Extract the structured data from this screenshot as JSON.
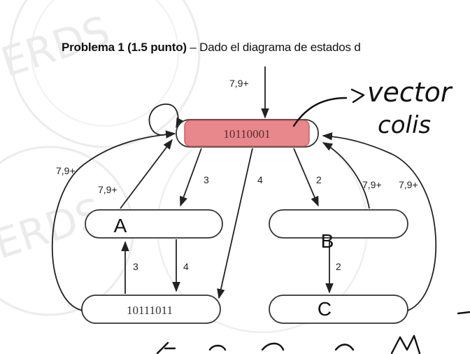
{
  "heading": {
    "problem": "Problema 1 (1.5 punto)",
    "dash": " – ",
    "rest": "Dado el diagrama de estados d"
  },
  "diagram": {
    "states": {
      "top": "10110001",
      "a": "A",
      "b": "B",
      "c": "C",
      "bottom": "10111011"
    },
    "edges": {
      "in_label": "7,9+",
      "top_to_a": "3",
      "top_to_bottom": "4",
      "top_to_b": "2",
      "a_to_top": "7,9+",
      "outer_left": "7,9+",
      "b_to_top": "7,9+",
      "c_to_top": "7,9+",
      "b_to_c": "2",
      "bottom_to_a": "3",
      "a_to_bottom": "4"
    }
  },
  "annotations": {
    "word1": "vector",
    "word2": "colis"
  },
  "watermark": {
    "text": "ERDS"
  },
  "colors": {
    "highlight": "#e8888c",
    "highlight_stroke": "#c95a5f",
    "ink": "#111111",
    "watermark": "#d9d9d9"
  }
}
